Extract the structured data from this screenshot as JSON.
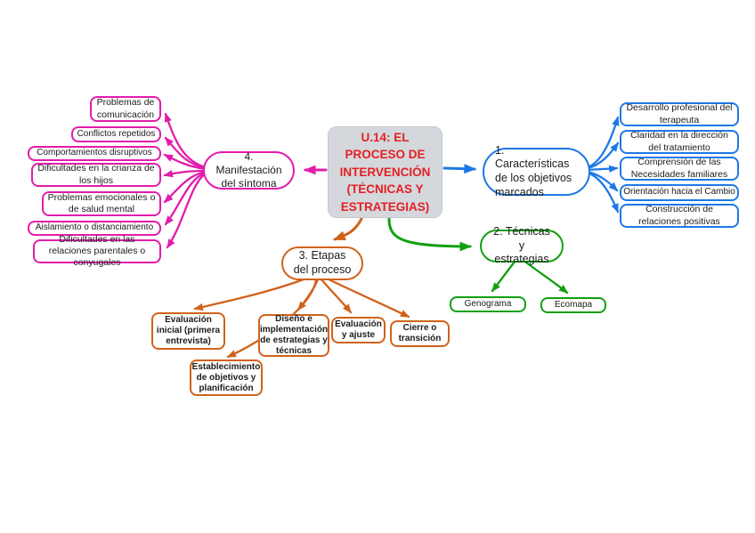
{
  "colors": {
    "magenta": "#e21cab",
    "blue": "#1e78e6",
    "orange": "#d1621b",
    "green": "#11a011",
    "red_text": "#e42024",
    "center_bg": "#d4d8dc",
    "text": "#1c1c1c"
  },
  "center": {
    "label": "U.14: EL PROCESO DE INTERVENCIÓN (TÉCNICAS Y ESTRATEGIAS)"
  },
  "branches": {
    "caracteristicas": {
      "label": "1. Características de los objetivos marcados",
      "items": [
        "Desarrollo profesional del terapeuta",
        "Claridad en la dirección del tratamiento",
        "Comprensión de las Necesidades familiares",
        "Orientación hacia el Cambio",
        "Construcción de relaciones positivas"
      ]
    },
    "tecnicas": {
      "label": "2. Técnicas y estrategias",
      "items": [
        "Genograma",
        "Ecomapa"
      ]
    },
    "etapas": {
      "label": "3. Etapas del proceso",
      "items": [
        "Evaluación inicial (primera entrevista)",
        "Establecimiento de objetivos y planificación",
        "Diseño e implementación de estrategias y técnicas",
        "Evaluación y ajuste",
        "Cierre o transición"
      ]
    },
    "sintoma": {
      "label": "4. Manifestación del síntoma",
      "items": [
        "Problemas de comunicación",
        "Conflictos repetidos",
        "Comportamientos disruptivos",
        "Dificultades en la crianza de los hijos",
        "Problemas emocionales o de salud mental",
        "Aislamiento o distanciamiento",
        "Dificultades en las relaciones parentales o conyugales"
      ]
    }
  }
}
